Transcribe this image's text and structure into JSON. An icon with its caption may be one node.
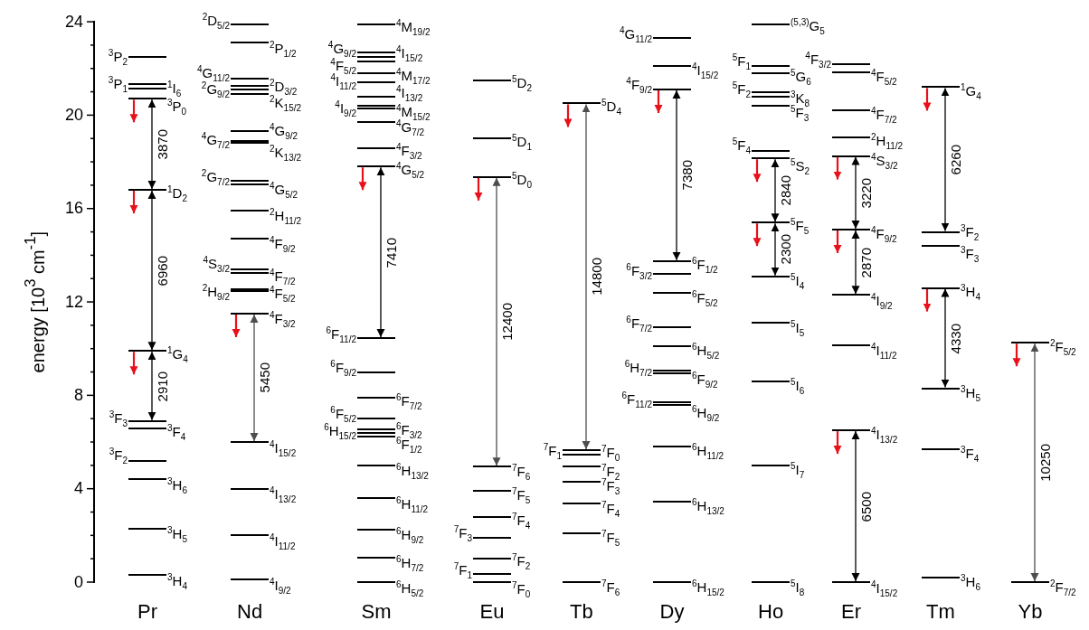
{
  "diagram": {
    "nodes": [
      {
        "text": [
          "$^{3}$P$_{2}$"
        ]
      },
      {
        "text": [
          "$^{3}$P$_{1}$"
        ]
      },
      {
        "text": [
          "$^{1}$I$_{6}$"
        ]
      },
      {
        "text": [
          "$^{3}$P$_{0}$"
        ]
      },
      {
        "text": [
          "$^{1}$D$_{2}$"
        ]
      },
      {
        "text": [
          "$^{1}$G$_{4}$"
        ]
      },
      {
        "text": [
          "$^{3}$F$_{3}$"
        ]
      },
      {
        "text": [
          "$^{3}$F$_{4}$"
        ]
      },
      {
        "text": [
          "$^{3}$F$_{2}$"
        ]
      },
      {
        "text": [
          "$^{3}$H$_{6}$"
        ]
      },
      {
        "text": [
          "$^{3}$H$_{5}$"
        ]
      },
      {
        "text": [
          "$^{3}$H$_{4}$"
        ]
      },
      {
        "text": [
          "$^{2}$D$_{5/2}$"
        ]
      },
      {
        "text": [
          "$^{2}$P$_{1/2}$"
        ]
      },
      {
        "text": [
          "$^{4}$G$_{11/2}$"
        ]
      },
      {
        "text": [
          "$^{2}$G$_{9/2}$"
        ]
      },
      {
        "text": [
          "$^{2}$D$_{3/2}$"
        ]
      },
      {
        "text": [
          "$^{2}$K$_{15/2}$"
        ]
      },
      {
        "text": [
          "$^{4}$G$_{9/2}$"
        ]
      },
      {
        "text": [
          "$^{4}$G$_{7/2}$"
        ]
      },
      {
        "text": [
          "$^{2}$K$_{13/2}$"
        ]
      },
      {
        "text": [
          "$^{2}$G$_{7/2}$"
        ]
      },
      {
        "text": [
          "$^{4}$G$_{5/2}$"
        ]
      },
      {
        "text": [
          "$^{2}$H$_{11/2}$"
        ]
      },
      {
        "text": [
          "$^{4}$F$_{9/2}$"
        ]
      },
      {
        "text": [
          "$^{4}$S$_{3/2}$"
        ]
      },
      {
        "text": [
          "$^{2}$H$_{9/2}$"
        ]
      },
      {
        "text": [
          "$^{4}$F$_{7/2}$"
        ]
      },
      {
        "text": [
          "$^{4}$F$_{5/2}$"
        ]
      },
      {
        "text": [
          "$^{4}$F$_{3/2}$"
        ]
      },
      {
        "text": [
          "$^{4}$I$_{15/2}$"
        ]
      },
      {
        "text": [
          "$^{4}$I$_{13/2}$"
        ]
      },
      {
        "text": [
          "$^{4}$I$_{11/2}$"
        ]
      },
      {
        "text": [
          "$^{4}$I$_{9/2}$"
        ]
      },
      {
        "text": [
          "$^{4}$M$_{19/2}$"
        ]
      },
      {
        "text": [
          "$^{4}$G$_{9/2}$"
        ]
      },
      {
        "text": [
          "$^{4}$I$_{15/2}$"
        ]
      },
      {
        "text": [
          "$^{4}$F$_{5/2}$"
        ]
      },
      {
        "text": [
          "$^{4}$M$_{17/2}$"
        ]
      },
      {
        "text": [
          "$^{4}$I$_{11/2}$"
        ]
      },
      {
        "text": [
          "$^{4}$I$_{13/2}$"
        ]
      },
      {
        "text": [
          "$^{4}$I$_{9/2}$"
        ]
      },
      {
        "text": [
          "$^{4}$M$_{15/2}$"
        ]
      },
      {
        "text": [
          "$^{4}$G$_{7/2}$"
        ]
      },
      {
        "text": [
          "$^{4}$F$_{3/2}$"
        ]
      },
      {
        "text": [
          "$^{4}$G$_{5/2}$"
        ]
      },
      {
        "text": [
          "$^{6}$F$_{11/2}$"
        ]
      },
      {
        "text": [
          "$^{6}$F$_{9/2}$"
        ]
      },
      {
        "text": [
          "$^{6}$F$_{7/2}$"
        ]
      },
      {
        "text": [
          "$^{6}$F$_{5/2}$"
        ]
      },
      {
        "text": [
          "$^{6}$H$_{15/2}$"
        ]
      },
      {
        "text": [
          "$^{6}$F$_{3/2}$"
        ]
      },
      {
        "text": [
          "$^{6}$F$_{1/2}$"
        ]
      },
      {
        "text": [
          "$^{6}$H$_{13/2}$"
        ]
      },
      {
        "text": [
          "$^{6}$H$_{11/2}$"
        ]
      },
      {
        "text": [
          "$^{6}$H$_{9/2}$"
        ]
      },
      {
        "text": [
          "$^{6}$H$_{7/2}$"
        ]
      },
      {
        "text": [
          "$^{6}$H$_{5/2}$"
        ]
      },
      {
        "text": [
          "$^{5}$D$_{2}$"
        ]
      },
      {
        "text": [
          "$^{5}$D$_{1}$"
        ]
      },
      {
        "text": [
          "$^{5}$D$_{0}$"
        ]
      },
      {
        "text": [
          "$^{7}$F$_{6}$"
        ]
      },
      {
        "text": [
          "$^{7}$F$_{5}$"
        ]
      },
      {
        "text": [
          "$^{7}$F$_{4}$"
        ]
      },
      {
        "text": [
          "$^{7}$F$_{3}$"
        ]
      },
      {
        "text": [
          "$^{7}$F$_{2}$"
        ]
      },
      {
        "text": [
          "$^{7}$F$_{1}$"
        ]
      },
      {
        "text": [
          "$^{7}$F$_{0}$"
        ]
      },
      {
        "text": [
          "$^{5}$D$_{4}$"
        ]
      },
      {
        "text": [
          "$^{7}$F$_{1}$"
        ]
      },
      {
        "text": [
          "$^{7}$F$_{0}$"
        ]
      },
      {
        "text": [
          "$^{7}$F$_{2}$"
        ]
      },
      {
        "text": [
          "$^{7}$F$_{3}$"
        ]
      },
      {
        "text": [
          "$^{7}$F$_{4}$"
        ]
      },
      {
        "text": [
          "$^{7}$F$_{5}$"
        ]
      },
      {
        "text": [
          "$^{7}$F$_{6}$"
        ]
      },
      {
        "text": [
          "$^{4}$G$_{11/2}$"
        ]
      },
      {
        "text": [
          "$^{4}$I$_{15/2}$"
        ]
      },
      {
        "text": [
          "$^{4}$F$_{9/2}$"
        ]
      },
      {
        "text": [
          "$^{6}$F$_{1/2}$"
        ]
      },
      {
        "text": [
          "$^{6}$F$_{3/2}$"
        ]
      },
      {
        "text": [
          "$^{6}$F$_{5/2}$"
        ]
      },
      {
        "text": [
          "$^{6}$F$_{7/2}$"
        ]
      },
      {
        "text": [
          "$^{6}$H$_{5/2}$"
        ]
      },
      {
        "text": [
          "$^{6}$H$_{7/2}$"
        ]
      },
      {
        "text": [
          "$^{6}$F$_{9/2}$"
        ]
      },
      {
        "text": [
          "$^{6}$F$_{11/2}$"
        ]
      },
      {
        "text": [
          "$^{6}$H$_{9/2}$"
        ]
      },
      {
        "text": [
          "$^{6}$H$_{11/2}$"
        ]
      },
      {
        "text": [
          "$^{6}$H$_{13/2}$"
        ]
      },
      {
        "text": [
          "$^{6}$H$_{15/2}$"
        ]
      },
      {
        "text": [
          "$^{(5,3)}$G$_{5}$"
        ]
      },
      {
        "text": [
          "$^{5}$F$_{1}$"
        ]
      },
      {
        "text": [
          "$^{5}$G$_{6}$"
        ]
      },
      {
        "text": [
          "$^{5}$F$_{2}$"
        ]
      },
      {
        "text": [
          "$^{3}$K$_{8}$"
        ]
      },
      {
        "text": [
          "$^{5}$F$_{3}$"
        ]
      },
      {
        "text": [
          "$^{5}$F$_{4}$"
        ]
      },
      {
        "text": [
          "$^{5}$S$_{2}$"
        ]
      },
      {
        "text": [
          "$^{5}$F$_{5}$"
        ]
      },
      {
        "text": [
          "$^{5}$I$_{4}$"
        ]
      },
      {
        "text": [
          "$^{5}$I$_{5}$"
        ]
      },
      {
        "text": [
          "$^{5}$I$_{6}$"
        ]
      },
      {
        "text": [
          "$^{5}$I$_{7}$"
        ]
      },
      {
        "text": [
          "$^{5}$I$_{8}$"
        ]
      },
      {
        "text": [
          "$^{4}$F$_{3/2}$"
        ]
      },
      {
        "text": [
          "$^{4}$F$_{5/2}$"
        ]
      },
      {
        "text": [
          "$^{4}$F$_{7/2}$"
        ]
      },
      {
        "text": [
          "$^{2}$H$_{11/2}$"
        ]
      },
      {
        "text": [
          "$^{4}$S$_{3/2}$"
        ]
      },
      {
        "text": [
          "$^{4}$F$_{9/2}$"
        ]
      },
      {
        "text": [
          "$^{4}$I$_{9/2}$"
        ]
      },
      {
        "text": [
          "$^{4}$I$_{11/2}$"
        ]
      },
      {
        "text": [
          "$^{4}$I$_{13/2}$"
        ]
      },
      {
        "text": [
          "$^{4}$I$_{15/2}$"
        ]
      },
      {
        "text": [
          "$^{1}$G$_{4}$"
        ]
      },
      {
        "text": [
          "$^{3}$F$_{2}$"
        ]
      },
      {
        "text": [
          "$^{3}$F$_{3}$"
        ]
      },
      {
        "text": [
          "$^{3}$H$_{4}$"
        ]
      },
      {
        "text": [
          "$^{3}$H$_{5}$"
        ]
      },
      {
        "text": [
          "$^{3}$F$_{4}$"
        ]
      },
      {
        "text": [
          "$^{3}$H$_{6}$"
        ]
      },
      {
        "text": [
          "$^{2}$F$_{5/2}$"
        ]
      },
      {
        "text": [
          "$^{2}$F$_{7/2}$"
        ]
      }
    ],
    "edges": [
      {
        "from": 3,
        "to": 4,
        "arrow": "both",
        "label": "3870",
        "color": "#000000"
      },
      {
        "from": 4,
        "to": 5,
        "arrow": "both",
        "label": "6960",
        "color": "#000000"
      },
      {
        "from": 5,
        "to": 6,
        "arrow": "both",
        "label": "2910",
        "color": "#000000"
      },
      {
        "from": 29,
        "to": 30,
        "arrow": "both",
        "label": "5450",
        "color": "#4d4d4d"
      },
      {
        "from": 45,
        "to": 46,
        "arrow": "both",
        "label": "7410",
        "color": "#000000"
      },
      {
        "from": 60,
        "to": 61,
        "arrow": "both",
        "label": "12400",
        "color": "#4d4d4d"
      },
      {
        "from": 68,
        "to": 70,
        "arrow": "both",
        "label": "14800",
        "color": "#4d4d4d"
      },
      {
        "from": 78,
        "to": 79,
        "arrow": "both",
        "label": "7380",
        "color": "#000000"
      },
      {
        "from": 98,
        "to": 99,
        "arrow": "both",
        "label": "2840",
        "color": "#000000"
      },
      {
        "from": 99,
        "to": 100,
        "arrow": "both",
        "label": "2300",
        "color": "#000000"
      },
      {
        "from": 109,
        "to": 110,
        "arrow": "both",
        "label": "3220",
        "color": "#000000"
      },
      {
        "from": 110,
        "to": 111,
        "arrow": "both",
        "label": "2870",
        "color": "#000000"
      },
      {
        "from": 113,
        "to": 114,
        "arrow": "both",
        "label": "6500",
        "color": "#000000"
      },
      {
        "from": 115,
        "to": 116,
        "arrow": "both",
        "label": "6260",
        "color": "#000000"
      },
      {
        "from": 118,
        "to": 119,
        "arrow": "both",
        "label": "4330",
        "color": "#000000"
      },
      {
        "from": 122,
        "to": 123,
        "arrow": "both",
        "label": "10250",
        "color": "#4d4d4d"
      },
      {
        "from": 3,
        "to": null,
        "arrow": "to",
        "color": "#e8101a"
      },
      {
        "from": 4,
        "to": null,
        "arrow": "to",
        "color": "#e8101a"
      },
      {
        "from": 5,
        "to": null,
        "arrow": "to",
        "color": "#e8101a"
      },
      {
        "from": 29,
        "to": null,
        "arrow": "to",
        "color": "#e8101a"
      },
      {
        "from": 45,
        "to": null,
        "arrow": "to",
        "color": "#e8101a"
      },
      {
        "from": 60,
        "to": null,
        "arrow": "to",
        "color": "#e8101a"
      },
      {
        "from": 68,
        "to": null,
        "arrow": "to",
        "color": "#e8101a"
      },
      {
        "from": 78,
        "to": null,
        "arrow": "to",
        "color": "#e8101a"
      },
      {
        "from": 98,
        "to": null,
        "arrow": "to",
        "color": "#e8101a"
      },
      {
        "from": 99,
        "to": null,
        "arrow": "to",
        "color": "#e8101a"
      },
      {
        "from": 109,
        "to": null,
        "arrow": "to",
        "color": "#e8101a"
      },
      {
        "from": 110,
        "to": null,
        "arrow": "to",
        "color": "#e8101a"
      },
      {
        "from": 113,
        "to": null,
        "arrow": "to",
        "color": "#e8101a"
      },
      {
        "from": 115,
        "to": null,
        "arrow": "to",
        "color": "#e8101a"
      },
      {
        "from": 118,
        "to": null,
        "arrow": "to",
        "color": "#e8101a"
      },
      {
        "from": 122,
        "to": null,
        "arrow": "to",
        "color": "#e8101a"
      }
    ],
    "labels": [
      "24",
      "20",
      "16",
      "12",
      "8",
      "4",
      "0",
      "energy [10$^{3}$ cm$^{-1}$]",
      "Pr",
      "Nd",
      "Sm",
      "Eu",
      "Tb",
      "Dy",
      "Ho",
      "Er",
      "Tm",
      "Yb"
    ]
  }
}
